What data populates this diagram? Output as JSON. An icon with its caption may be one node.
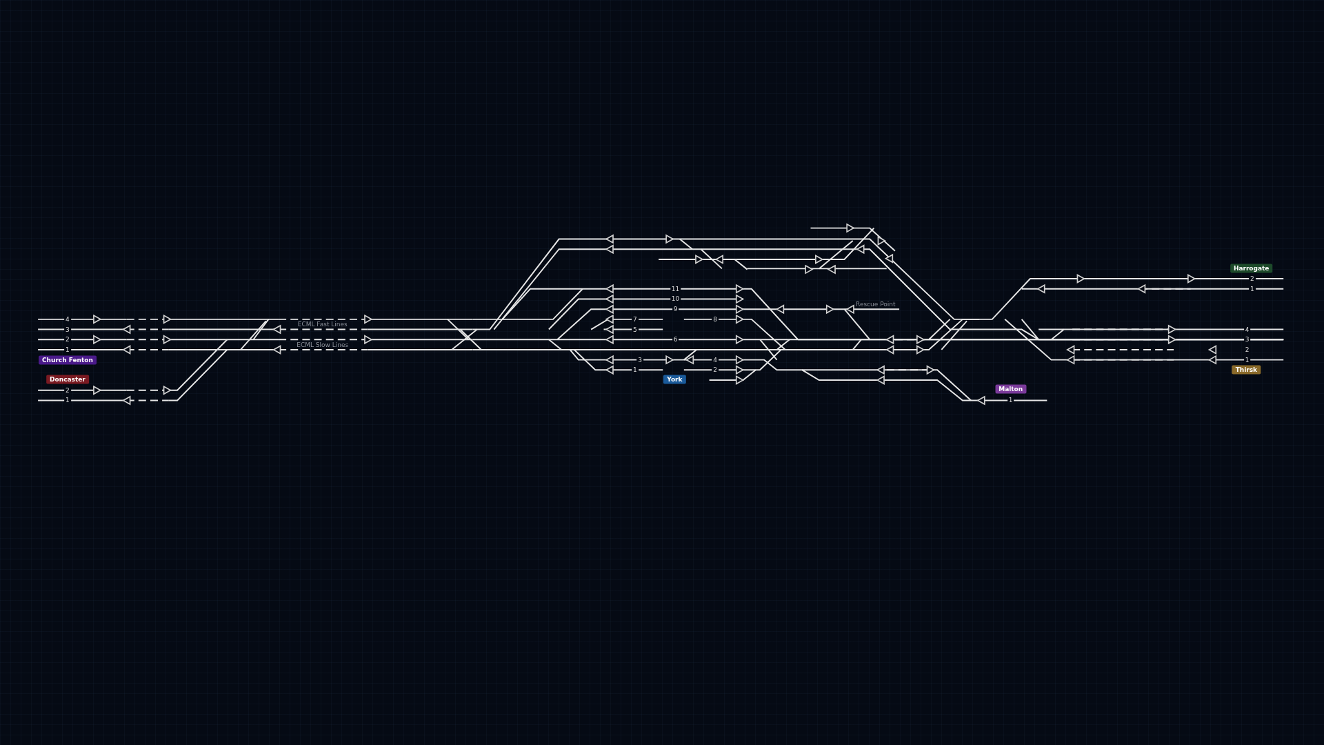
{
  "diagram": {
    "labels": [
      "Harrogate",
      "2",
      "11",
      "1",
      "10",
      "Rescue Point",
      "9",
      "4",
      "7",
      "8",
      "ECML Fast Lines",
      "3",
      "5",
      "4",
      "2",
      "6",
      "3",
      "ECML Slow Lines",
      "1",
      "2",
      "Church Fenton",
      "3",
      "4",
      "1",
      "1",
      "2",
      "Thirsk",
      "Doncaster",
      "York",
      "2",
      "Malton",
      "1",
      "1"
    ]
  }
}
